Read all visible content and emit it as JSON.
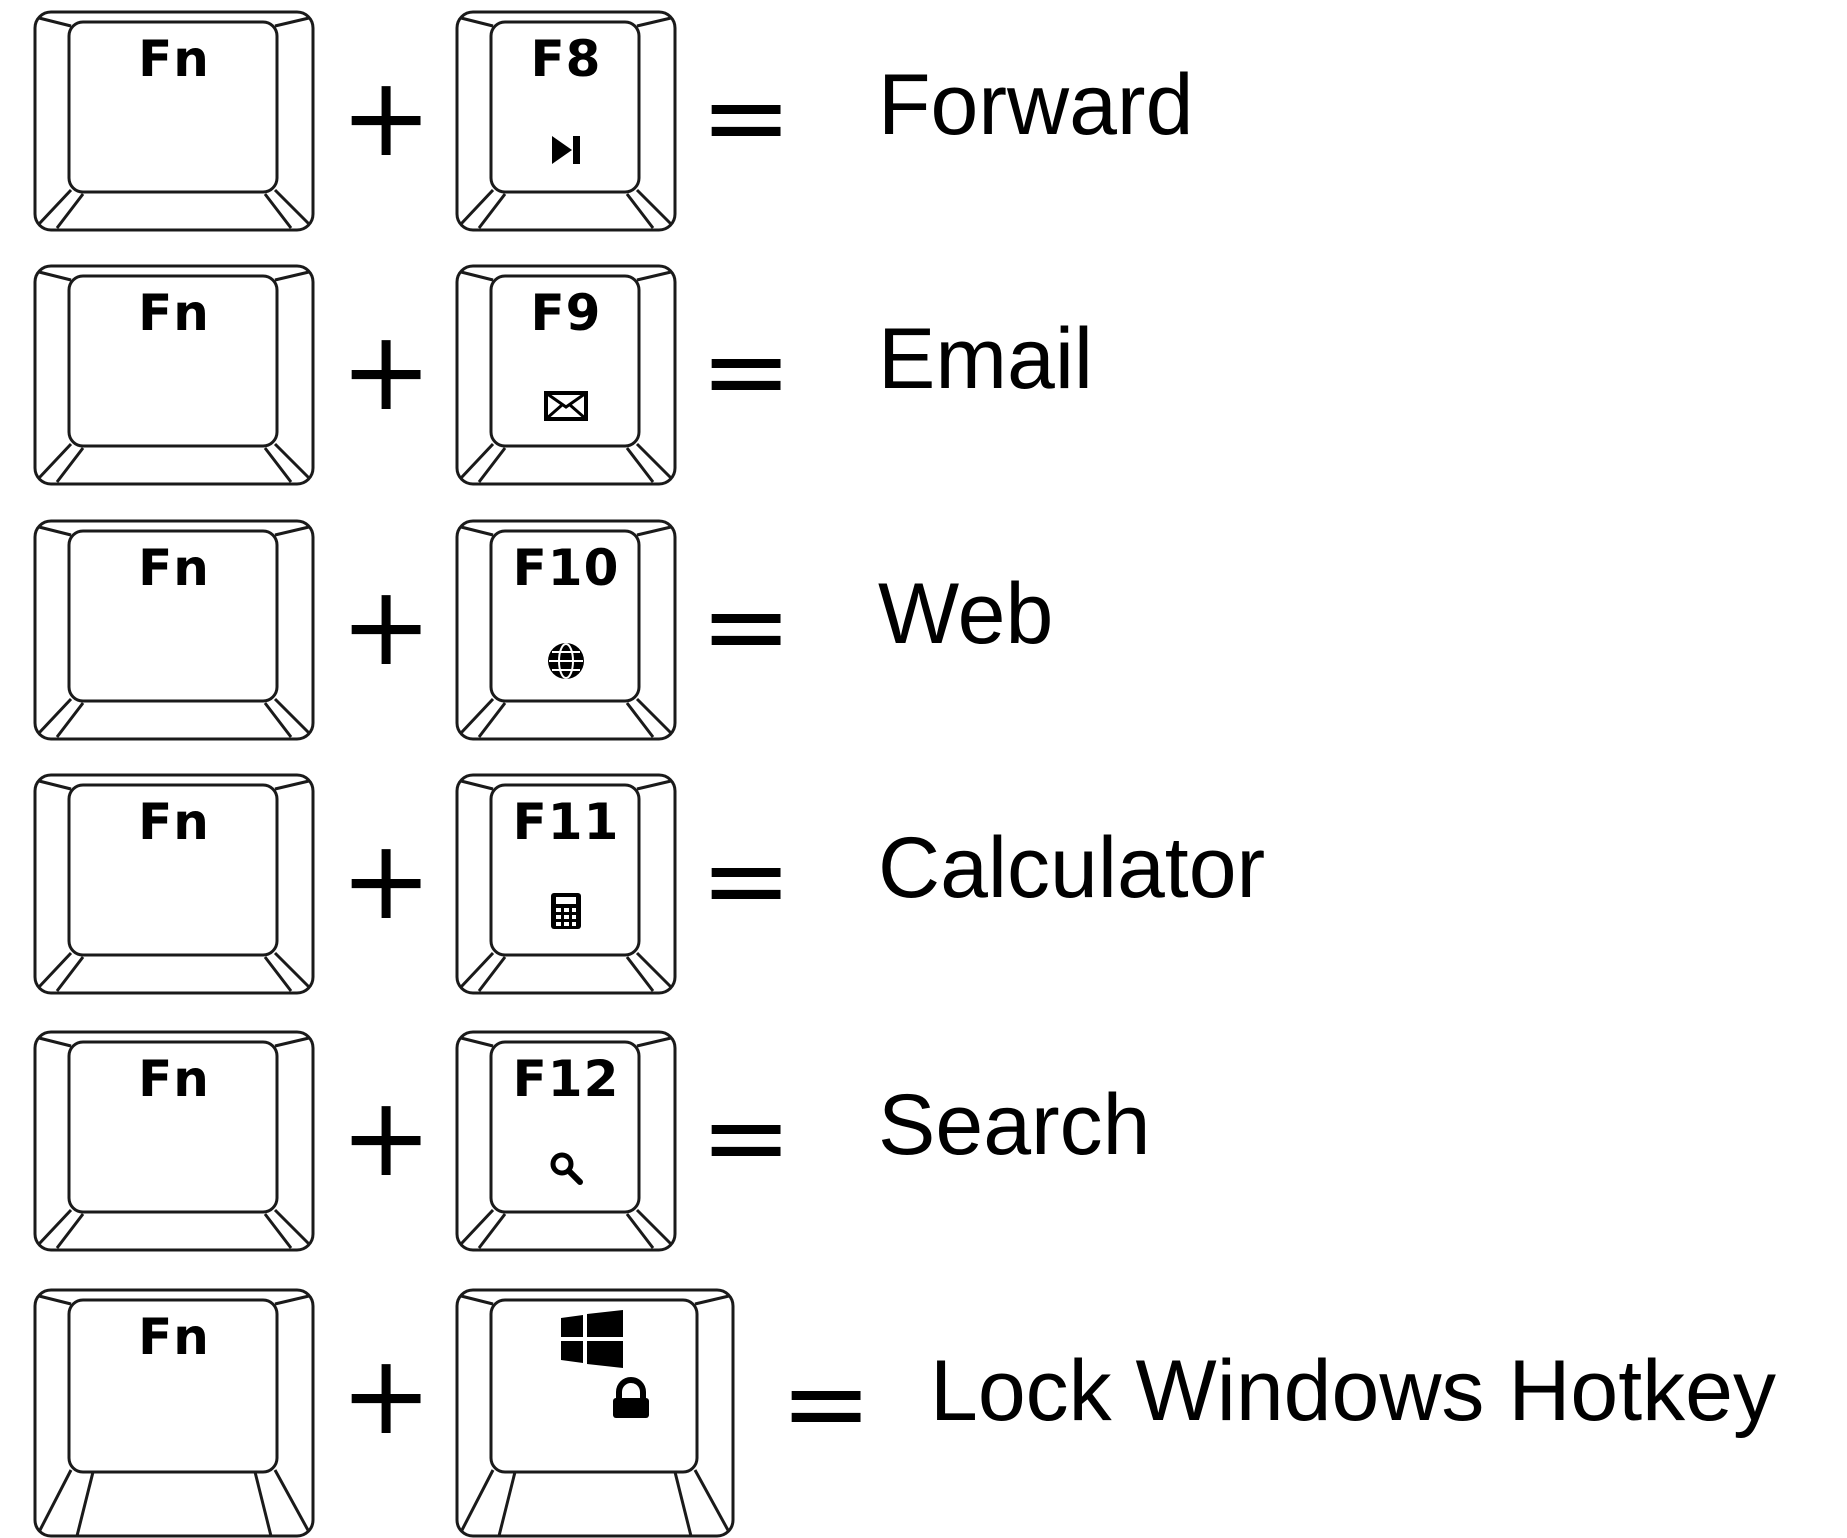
{
  "rows": [
    {
      "modifier": "Fn",
      "plus": "+",
      "key": "F8",
      "icon": "next-track-icon",
      "equals": "=",
      "result": "Forward"
    },
    {
      "modifier": "Fn",
      "plus": "+",
      "key": "F9",
      "icon": "envelope-icon",
      "equals": "=",
      "result": "Email"
    },
    {
      "modifier": "Fn",
      "plus": "+",
      "key": "F10",
      "icon": "globe-icon",
      "equals": "=",
      "result": "Web"
    },
    {
      "modifier": "Fn",
      "plus": "+",
      "key": "F11",
      "icon": "calculator-icon",
      "equals": "=",
      "result": "Calculator"
    },
    {
      "modifier": "Fn",
      "plus": "+",
      "key": "F12",
      "icon": "magnifier-icon",
      "equals": "=",
      "result": "Search"
    },
    {
      "modifier": "Fn",
      "plus": "+",
      "key": "",
      "icon": "windows-lock-icon",
      "equals": "=",
      "result": "Lock Windows Hotkey"
    }
  ]
}
